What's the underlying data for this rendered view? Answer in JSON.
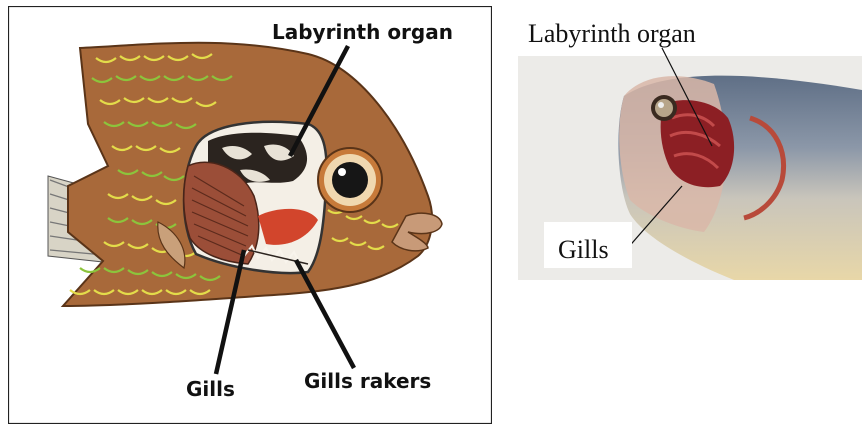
{
  "left_panel": {
    "labels": {
      "labyrinth_organ": "Labyrinth organ",
      "gills": "Gills",
      "gills_rakers": "Gills rakers"
    }
  },
  "right_panel": {
    "labels": {
      "labyrinth_organ": "Labyrinth organ",
      "gills": "Gills"
    }
  },
  "colors": {
    "fish_body": "#a8693a",
    "scale_yellow": "#e3dc4a",
    "scale_green": "#8cc43c",
    "gill_red": "#9b4e38",
    "photo_bg": "#ecebe8"
  }
}
